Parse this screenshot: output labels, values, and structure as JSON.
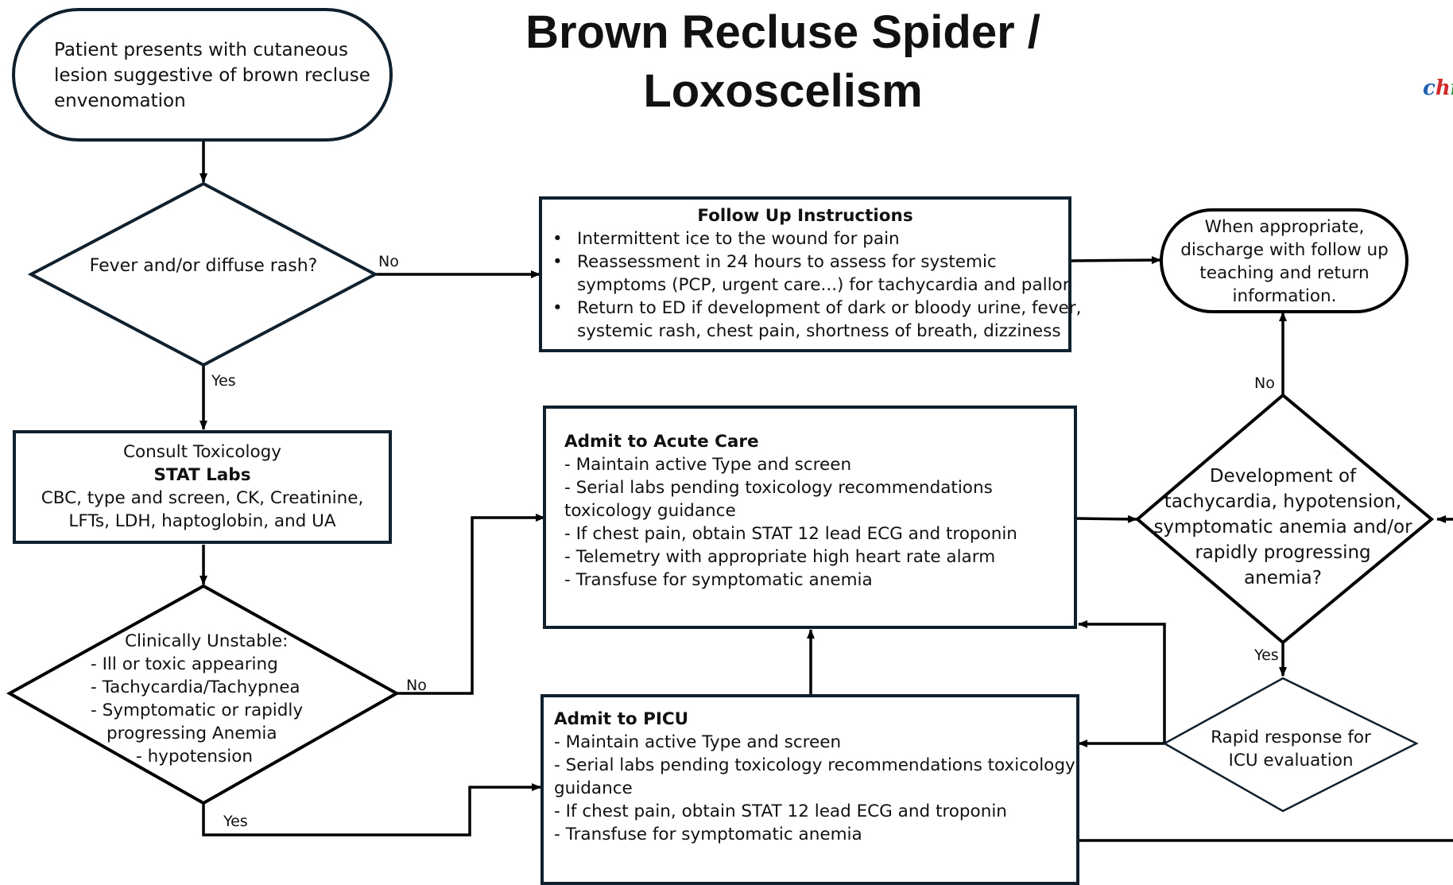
{
  "title": {
    "line1": "Brown Recluse Spider /",
    "line2": "Loxoscelism"
  },
  "logo": "chil",
  "nodes": {
    "start": [
      "Patient presents with cutaneous",
      "lesion suggestive of brown recluse",
      "envenomation"
    ],
    "fever_question": "Fever and/or diffuse rash?",
    "followup": {
      "heading": "Follow Up Instructions",
      "bullets": [
        [
          "Intermittent ice to the wound for pain"
        ],
        [
          "Reassessment in 24 hours to assess for systemic",
          "symptoms (PCP, urgent care...) for tachycardia and pallor"
        ],
        [
          "Return to ED if development of dark or bloody urine, fever,",
          "systemic rash, chest pain, shortness of breath, dizziness"
        ]
      ]
    },
    "discharge": [
      "When appropriate,",
      "discharge with follow up",
      "teaching and return",
      "information."
    ],
    "consult": {
      "line1": "Consult Toxicology",
      "heading": "STAT Labs",
      "line2": "CBC, type and screen, CK, Creatinine,",
      "line3": "LFTs, LDH, haptoglobin, and UA"
    },
    "unstable_question": [
      "Clinically Unstable:",
      "- Ill or toxic appearing",
      "- Tachycardia/Tachypnea",
      "- Symptomatic or rapidly",
      "progressing Anemia",
      "- hypotension"
    ],
    "acute_care": {
      "heading": "Admit to Acute Care",
      "lines": [
        "- Maintain active Type and screen",
        "- Serial labs pending toxicology recommendations",
        "toxicology guidance",
        "- If chest pain, obtain STAT 12 lead ECG and troponin",
        "- Telemetry with appropriate high heart rate alarm",
        "- Transfuse for symptomatic anemia"
      ]
    },
    "development_question": [
      "Development of",
      "tachycardia, hypotension,",
      "symptomatic anemia and/or",
      "rapidly progressing",
      "anemia?"
    ],
    "picu": {
      "heading": "Admit to PICU",
      "lines": [
        "- Maintain active Type and screen",
        "- Serial labs pending toxicology recommendations  toxicology",
        "guidance",
        "- If chest pain, obtain STAT 12 lead ECG and troponin",
        "- Transfuse for symptomatic anemia"
      ]
    },
    "rapid_response": [
      "Rapid response for",
      "ICU evaluation"
    ]
  },
  "edge_labels": {
    "fever_no": "No",
    "fever_yes": "Yes",
    "unstable_no": "No",
    "unstable_yes": "Yes",
    "development_no": "No",
    "development_yes": "Yes"
  }
}
